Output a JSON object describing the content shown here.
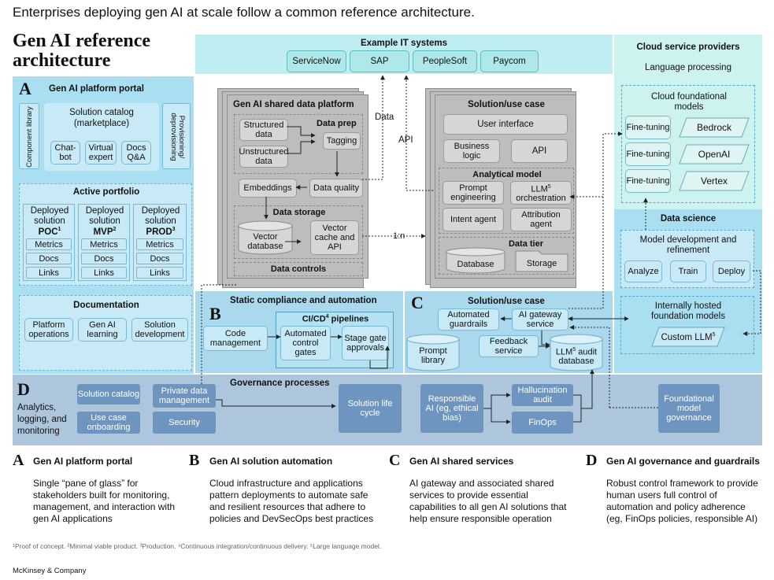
{
  "headline": "Enterprises deploying gen AI at scale follow a common reference architecture.",
  "title": "Gen AI reference architecture",
  "example_it": {
    "heading": "Example IT systems",
    "systems": [
      "ServiceNow",
      "SAP",
      "PeopleSoft",
      "Paycom"
    ]
  },
  "cloud": {
    "heading": "Cloud service providers",
    "sub": "Language processing",
    "models_heading": "Cloud foundational models",
    "fine_tuning": "Fine-tuning",
    "providers": [
      "Bedrock",
      "OpenAI",
      "Vertex"
    ]
  },
  "portal": {
    "letter": "A",
    "heading": "Gen AI platform portal",
    "component_library": "Component library",
    "provisioning": "Provisioning/ deprovisioning",
    "catalog_heading": "Solution catalog (marketplace)",
    "catalog_items": [
      "Chat-bot",
      "Virtual expert",
      "Docs Q&A"
    ],
    "portfolio_heading": "Active portfolio",
    "deployed": [
      "Deployed solution",
      "Deployed solution",
      "Deployed solution"
    ],
    "stages": [
      "POC",
      "MVP",
      "PROD"
    ],
    "stage_sups": [
      "1",
      "2",
      "3"
    ],
    "stage_rows": [
      "Metrics",
      "Docs",
      "Links"
    ],
    "documentation_heading": "Documentation",
    "doc_items": [
      "Platform operations",
      "Gen AI learning",
      "Solution development"
    ]
  },
  "shared_data": {
    "heading": "Gen AI shared data platform",
    "structured": "Structured data",
    "unstructured": "Unstructured data",
    "data_prep": "Data prep",
    "tagging": "Tagging",
    "embeddings": "Embeddings",
    "data_quality": "Data quality",
    "data_storage": "Data storage",
    "vector_db": "Vector database",
    "vector_cache": "Vector cache and API",
    "data_controls": "Data controls"
  },
  "connectors": {
    "data": "Data",
    "api": "API",
    "ratio": "1:n"
  },
  "use_case": {
    "heading": "Solution/use case",
    "ui": "User interface",
    "business_logic": "Business logic",
    "api": "API",
    "analytical_heading": "Analytical model",
    "prompt_eng": "Prompt engineering",
    "llm_orch": "LLM",
    "llm_orch_sup": "5",
    "llm_orch_tail": "orchestration",
    "intent": "Intent agent",
    "attribution": "Attribution agent",
    "data_tier": "Data tier",
    "database": "Database",
    "storage": "Storage"
  },
  "data_science": {
    "heading": "Data science",
    "model_dev": "Model development and refinement",
    "steps": [
      "Analyze",
      "Train",
      "Deploy"
    ],
    "internal_heading": "Internally hosted foundation models",
    "custom_llm": "Custom LLM",
    "custom_llm_sup": "5"
  },
  "compliance": {
    "letter": "B",
    "heading": "Static compliance and automation",
    "code_mgmt": "Code management",
    "pipelines": "CI/CD",
    "pipelines_sup": "4",
    "pipelines_tail": "pipelines",
    "auto_gates": "Automated control gates",
    "stage_gate": "Stage gate approvals"
  },
  "solution_c": {
    "letter": "C",
    "heading": "Solution/use case",
    "guardrails": "Automated guardrails",
    "gateway": "AI gateway service",
    "prompt_lib": "Prompt library",
    "feedback": "Feedback service",
    "audit_db": "LLM",
    "audit_db_sup": "5",
    "audit_db_tail": "audit database"
  },
  "governance": {
    "letter": "D",
    "side_label": "Analytics, logging, and monitoring",
    "heading": "Governance processes",
    "solution_catalog": "Solution catalog",
    "use_case_onboarding": "Use case onboarding",
    "private_data": "Private data management",
    "security": "Security",
    "lifecycle": "Solution life cycle",
    "responsible_ai": "Responsible AI (eg, ethical bias)",
    "hallucination": "Hallucination audit",
    "finops": "FinOps",
    "foundational_gov": "Foundational model governance"
  },
  "footer": [
    {
      "letter": "A",
      "title": "Gen AI platform portal",
      "text": "Single “pane of glass” for stakeholders built for monitoring, management, and interaction with gen AI applications"
    },
    {
      "letter": "B",
      "title": "Gen AI solution automation",
      "text": "Cloud infrastructure and applications pattern deployments to automate safe and resilient resources that adhere to policies and DevSecOps best practices"
    },
    {
      "letter": "C",
      "title": "Gen AI shared services",
      "text": "AI gateway and associated shared services to provide essential capabilities to all gen AI solutions that help ensure responsible operation"
    },
    {
      "letter": "D",
      "title": "Gen AI governance and guardrails",
      "text": "Robust control framework to provide human users full control of automation and policy adherence (eg, FinOps policies, responsible AI)"
    }
  ],
  "footnote": "¹Proof of concept. ²Minimal viable product. ³Production. ⁴Continuous integration/continuous delivery. ⁵Large language model.",
  "source": "McKinsey & Company",
  "colors": {
    "cyan_panel": "#bfeef2",
    "blue_panel": "#a9dff0",
    "governance_panel": "#aec6dc",
    "governance_box": "#6e95bf",
    "grey_panel": "#bdbdbd"
  }
}
